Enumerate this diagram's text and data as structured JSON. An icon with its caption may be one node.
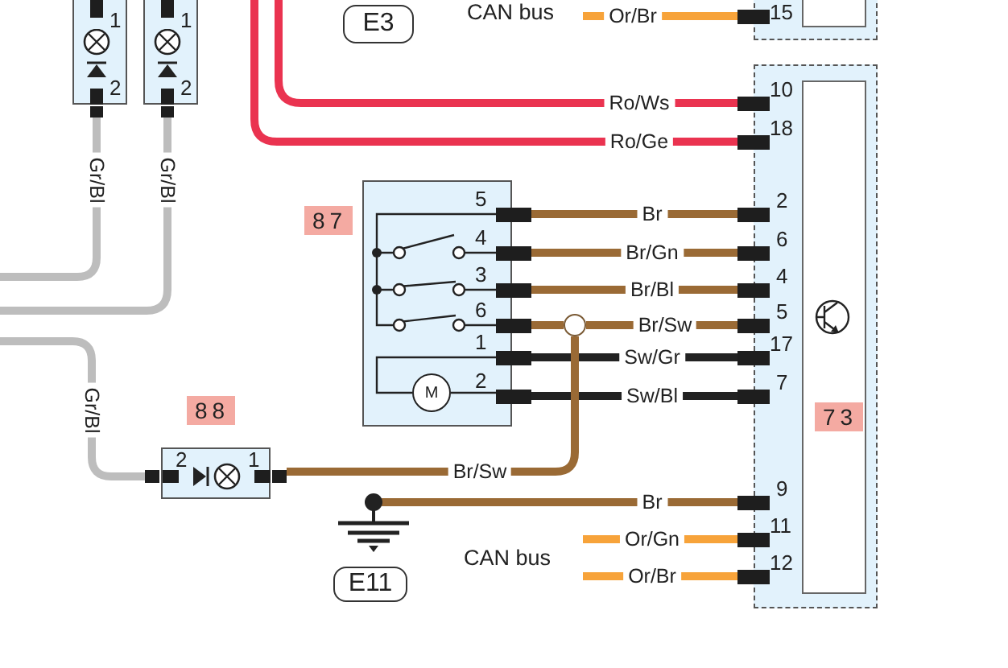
{
  "diagram": {
    "nodes": [
      {
        "text": [
          "1",
          "2"
        ]
      },
      {
        "text": [
          "1",
          "2"
        ]
      },
      {
        "text": [
          "E3"
        ]
      },
      {
        "text": [
          "15"
        ]
      },
      {
        "text": [
          "10",
          "18",
          "2",
          "6",
          "4",
          "5",
          "17",
          "7",
          "9",
          "11",
          "12",
          "73"
        ]
      },
      {
        "text": [
          "5",
          "4",
          "3",
          "6",
          "1",
          "2"
        ],
        "beside": [
          "87"
        ]
      },
      {
        "text": [
          "M"
        ],
        "in": 5
      },
      {
        "text": [],
        "shape": "circle"
      },
      {
        "text": [
          "2",
          "1"
        ],
        "beside": [
          "88"
        ]
      },
      {
        "text": [],
        "shape": "ground"
      },
      {
        "text": [
          "E11"
        ]
      }
    ],
    "edges": [
      {
        "from": 0,
        "to": null,
        "arrow": "none",
        "label": "Gr/Bl",
        "color": "#bdbdbd"
      },
      {
        "from": 1,
        "to": null,
        "arrow": "none",
        "label": "Gr/Bl",
        "color": "#bdbdbd"
      },
      {
        "from": null,
        "to": 3,
        "arrow": "none",
        "label": "Or/Br",
        "color": "#f7a33a"
      },
      {
        "from": null,
        "to": 4,
        "arrow": "none",
        "label": "Ro/Ws",
        "color": "#ea3350"
      },
      {
        "from": null,
        "to": 4,
        "arrow": "none",
        "label": "Ro/Ge",
        "color": "#ea3350"
      },
      {
        "from": 5,
        "to": 4,
        "arrow": "none",
        "label": "Br"
      },
      {
        "from": 5,
        "to": 4,
        "arrow": "none",
        "label": "Br/Gn"
      },
      {
        "from": 5,
        "to": 4,
        "arrow": "none",
        "label": "Br/Bl"
      },
      {
        "from": 5,
        "to": 7,
        "arrow": "none"
      },
      {
        "from": 7,
        "to": 4,
        "arrow": "none",
        "label": "Br/Sw"
      },
      {
        "from": 5,
        "to": 4,
        "arrow": "none",
        "label": "Sw/Gr",
        "color": "#222222"
      },
      {
        "from": 5,
        "to": 4,
        "arrow": "none",
        "label": "Sw/Bl",
        "color": "#222222"
      },
      {
        "from": null,
        "to": 8,
        "arrow": "none",
        "label": "Gr/Bl",
        "color": "#bdbdbd"
      },
      {
        "from": 7,
        "to": 8,
        "arrow": "none",
        "label": "Br/Sw"
      },
      {
        "from": 9,
        "to": 4,
        "arrow": "none",
        "label": "Br"
      },
      {
        "from": null,
        "to": 4,
        "arrow": "none",
        "label": "Or/Gn",
        "color": "#f7a33a"
      },
      {
        "from": null,
        "to": 4,
        "arrow": "none",
        "label": "Or/Br",
        "color": "#f7a33a"
      }
    ],
    "labels": [
      "CAN bus",
      "CAN bus"
    ]
  }
}
